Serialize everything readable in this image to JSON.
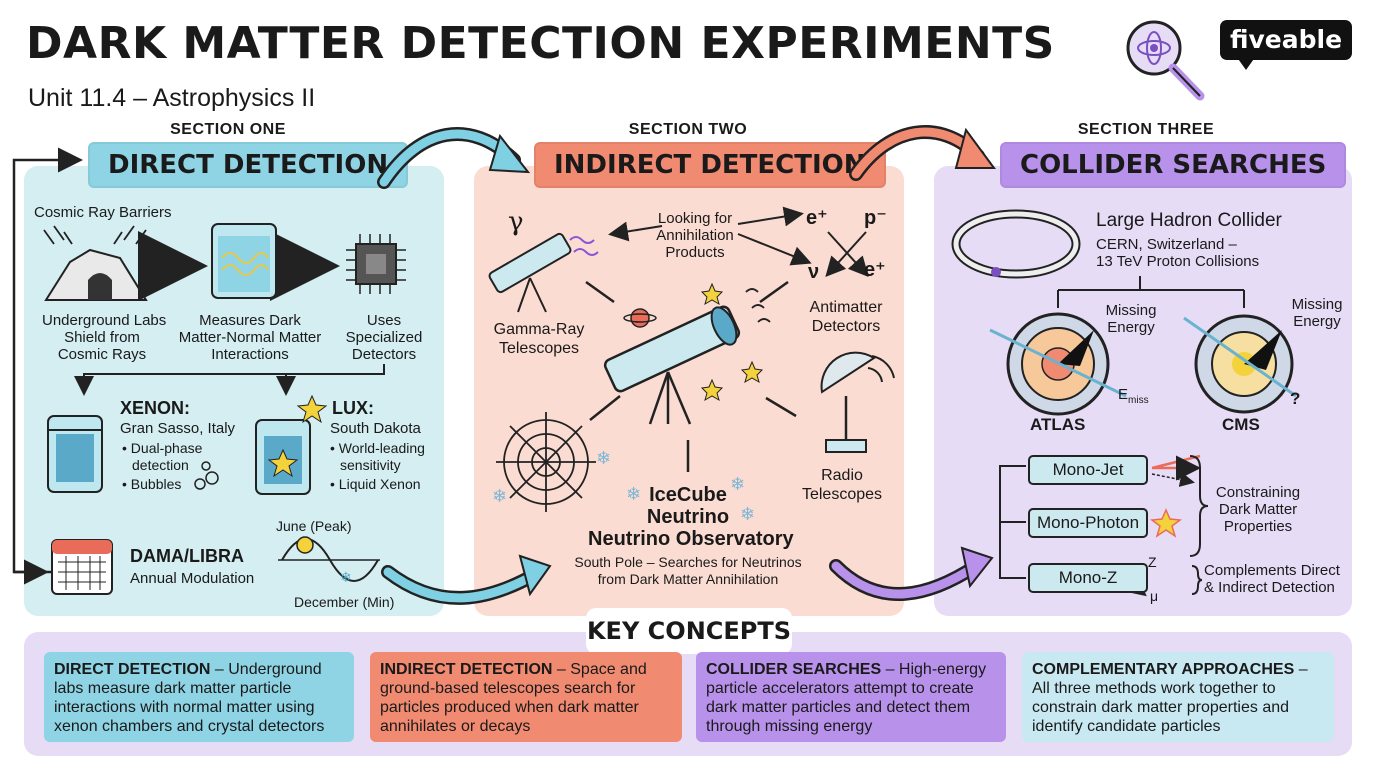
{
  "header": {
    "title": "DARK MATTER DETECTION EXPERIMENTS",
    "subtitle": "Unit 11.4 – Astrophysics II",
    "logo": "fiveable"
  },
  "sections": {
    "direct": {
      "label": "SECTION ONE",
      "title": "DIRECT DETECTION",
      "barriers": "Cosmic Ray Barriers",
      "step1": [
        "Underground Labs",
        "Shield from",
        "Cosmic Rays"
      ],
      "step2": [
        "Measures Dark",
        "Matter-Normal Matter",
        "Interactions"
      ],
      "step3": [
        "Uses",
        "Specialized",
        "Detectors"
      ],
      "xenon": {
        "name": "XENON:",
        "location": "Gran Sasso, Italy",
        "bullets": [
          "• Dual-phase",
          "detection",
          "• Bubbles"
        ]
      },
      "lux": {
        "name": "LUX:",
        "location": "South Dakota",
        "bullets": [
          "• World-leading",
          "sensitivity",
          "• Liquid Xenon"
        ]
      },
      "dama": {
        "name": "DAMA/LIBRA",
        "desc": "Annual Modulation",
        "peak": "June (Peak)",
        "min": "December (Min)"
      }
    },
    "indirect": {
      "label": "SECTION TWO",
      "title": "INDIRECT DETECTION",
      "gamma_symbol": "γ",
      "looking": [
        "Looking for",
        "Annihilation",
        "Products"
      ],
      "particles": {
        "e_plus": "e⁺",
        "p_minus": "p⁻",
        "nu": "ν",
        "e_plus2": "e⁺"
      },
      "gamma": [
        "Gamma-Ray",
        "Telescopes"
      ],
      "antimatter": [
        "Antimatter",
        "Detectors"
      ],
      "radio": [
        "Radio",
        "Telescopes"
      ],
      "icecube": [
        "IceCube",
        "Neutrino",
        "Neutrino Observatory"
      ],
      "icecube_desc": [
        "South Pole – Searches for Neutrinos",
        "from Dark Matter Annihilation"
      ]
    },
    "collider": {
      "label": "SECTION THREE",
      "title": "COLLIDER SEARCHES",
      "lhc": "Large Hadron Collider",
      "lhc_desc": [
        "CERN, Switzerland –",
        "13 TeV Proton Collisions"
      ],
      "missing1": [
        "Missing",
        "Energy"
      ],
      "missing2": [
        "Missing",
        "Energy"
      ],
      "emiss": "E",
      "emiss_sub": "miss",
      "atlas": "ATLAS",
      "cms": "CMS",
      "question": "?",
      "mono_jet": "Mono-Jet",
      "mono_photon": "Mono-Photon",
      "mono_z": "Mono-Z",
      "constraining": [
        "Constraining",
        "Dark Matter",
        "Properties"
      ],
      "complements": [
        "Complements Direct",
        "& Indirect Detection"
      ],
      "z_label": "Z",
      "mu_label": "μ"
    }
  },
  "key_concepts": {
    "title": "KEY CONCEPTS",
    "items": [
      {
        "head": "DIRECT DETECTION",
        "body": " – Underground labs measure dark matter particle interactions with normal matter using xenon chambers and crystal detectors"
      },
      {
        "head": "INDIRECT DETECTION",
        "body": " – Space and ground-based telescopes search for particles produced when dark matter annihilates or decays"
      },
      {
        "head": "COLLIDER SEARCHES",
        "body": " – High-energy particle accelerators attempt to create dark matter particles and detect them through missing energy"
      },
      {
        "head": "COMPLEMENTARY APPROACHES",
        "body": " – All three methods work together to constrain dark matter properties and identify candidate particles"
      }
    ]
  },
  "colors": {
    "direct_panel": "#d4eef2",
    "direct_accent": "#8fd4e4",
    "indirect_panel": "#fbdcd2",
    "indirect_accent": "#f08a70",
    "collider_panel": "#e7dcf6",
    "collider_accent": "#b892ea"
  }
}
